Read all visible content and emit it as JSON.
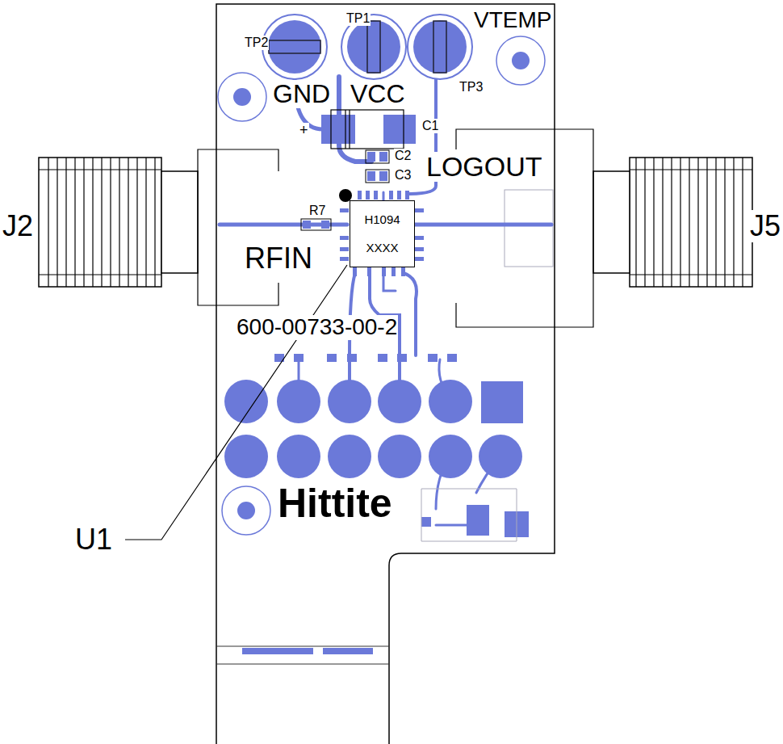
{
  "diagram": {
    "nodes": [
      {
        "text": [
          "H1094",
          "XXXX"
        ]
      }
    ],
    "labels": [
      "TP2",
      "TP1",
      "VTEMP",
      "GND",
      "VCC",
      "TP3",
      "+",
      "C1",
      "C2",
      "C3",
      "LOGOUT",
      "J2",
      "J5",
      "R7",
      "RFIN",
      "600-00733-00-2",
      "U1",
      "Hittite"
    ]
  }
}
